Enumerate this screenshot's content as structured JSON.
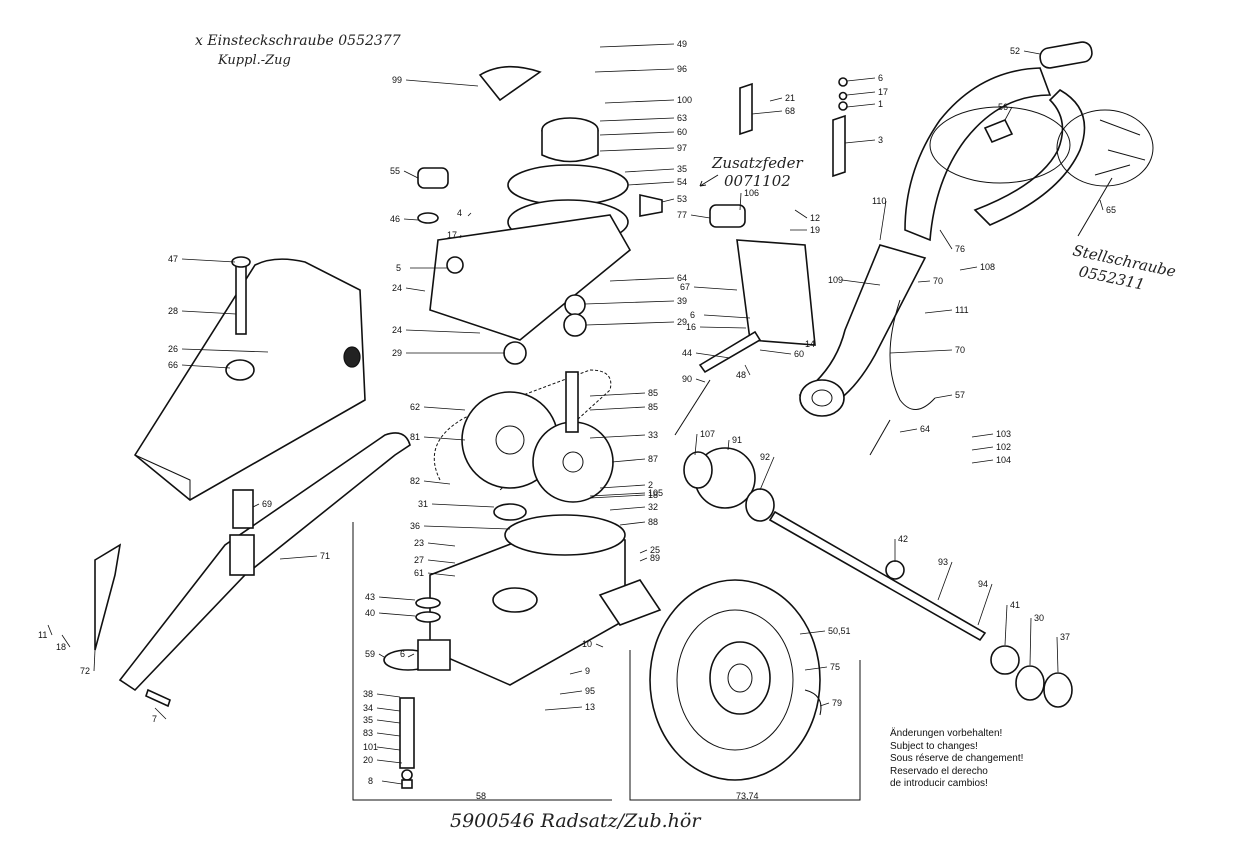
{
  "handwritten": {
    "top_line1": "x Einsteckschraube 0552377",
    "top_line2": "Kuppl.-Zug",
    "zusatz_line1": "Zusatzfeder",
    "zusatz_line2": "0071102",
    "stell_line1": "Stellschraube",
    "stell_line2": "0552311",
    "bottom": "5900546 Radsatz/Zub.hör"
  },
  "notice": [
    "Änderungen vorbehalten!",
    "Subject to changes!",
    "Sous réserve de changement!",
    "Reservado el derecho",
    "de introducir cambios!"
  ],
  "callouts": [
    "49",
    "96",
    "99",
    "100",
    "63",
    "60",
    "97",
    "55",
    "35",
    "54",
    "53",
    "4",
    "46",
    "17",
    "5",
    "24",
    "64",
    "39",
    "29",
    "47",
    "28",
    "26",
    "66",
    "52",
    "6",
    "17",
    "1",
    "3",
    "21",
    "68",
    "56",
    "65",
    "12",
    "19",
    "106",
    "77",
    "110",
    "76",
    "108",
    "109",
    "67",
    "70",
    "6",
    "16",
    "14",
    "60",
    "44",
    "48",
    "111",
    "70",
    "90",
    "85",
    "85",
    "57",
    "33",
    "62",
    "81",
    "87",
    "82",
    "2",
    "105",
    "18",
    "31",
    "32",
    "36",
    "88",
    "64",
    "103",
    "102",
    "104",
    "107",
    "91",
    "92",
    "69",
    "71",
    "23",
    "27",
    "61",
    "25",
    "89",
    "42",
    "93",
    "43",
    "40",
    "94",
    "41",
    "30",
    "37",
    "59",
    "6",
    "10",
    "9",
    "95",
    "13",
    "50,51",
    "75",
    "11",
    "18",
    "72",
    "7",
    "38",
    "34",
    "35",
    "83",
    "101",
    "20",
    "8",
    "79",
    "58",
    "73,74"
  ],
  "callout_labels": {
    "t49": "49",
    "t96": "96",
    "t99": "99",
    "t100": "100",
    "t63": "63",
    "t60": "60",
    "t97": "97",
    "t55": "55",
    "t35": "35",
    "t54": "54",
    "t53": "53",
    "t4": "4",
    "t46": "46",
    "t17a": "17",
    "t5": "5",
    "t24a": "24",
    "t24b": "24",
    "t64": "64",
    "t39": "39",
    "t29a": "29",
    "t29b": "29",
    "t47": "47",
    "t28": "28",
    "t26": "26",
    "t66": "66",
    "t52": "52",
    "t6a": "6",
    "t17b": "17",
    "t1": "1",
    "t3": "3",
    "t21": "21",
    "t68": "68",
    "t56": "56",
    "t65": "65",
    "t12": "12",
    "t19": "19",
    "t106": "106",
    "t77": "77",
    "t110": "110",
    "t76": "76",
    "t108": "108",
    "t109": "109",
    "t67": "67",
    "t70a": "70",
    "t6b": "6",
    "t16": "16",
    "t14": "14",
    "t60b": "60",
    "t44": "44",
    "t48": "48",
    "t111": "111",
    "t70b": "70",
    "t90": "90",
    "t85a": "85",
    "t85b": "85",
    "t57": "57",
    "t33": "33",
    "t62": "62",
    "t81": "81",
    "t87": "87",
    "t82": "82",
    "t2": "2",
    "t105": "105",
    "t18a": "18",
    "t31": "31",
    "t32": "32",
    "t36": "36",
    "t88": "88",
    "t64b": "64",
    "t103": "103",
    "t102": "102",
    "t104": "104",
    "t107": "107",
    "t91": "91",
    "t92": "92",
    "t69": "69",
    "t71": "71",
    "t23": "23",
    "t27": "27",
    "t61": "61",
    "t25": "25",
    "t89": "89",
    "t42": "42",
    "t93": "93",
    "t43": "43",
    "t40": "40",
    "t94": "94",
    "t41": "41",
    "t30": "30",
    "t37": "37",
    "t59": "59",
    "t6c": "6",
    "t10": "10",
    "t9": "9",
    "t95": "95",
    "t13": "13",
    "t5051": "50,51",
    "t75": "75",
    "t11": "11",
    "t18b": "18",
    "t72": "72",
    "t7": "7",
    "t38": "38",
    "t34": "34",
    "t35b": "35",
    "t83": "83",
    "t101": "101",
    "t20": "20",
    "t8": "8",
    "t79": "79",
    "t58": "58",
    "t7374": "73,74"
  }
}
